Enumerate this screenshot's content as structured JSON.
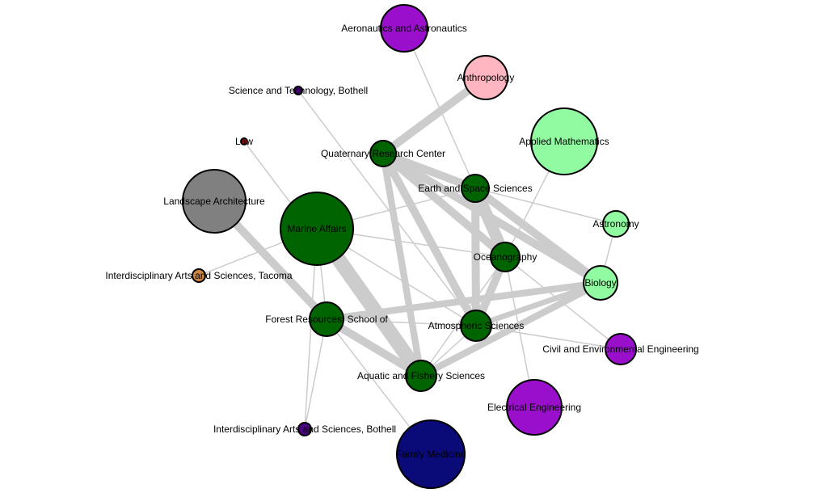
{
  "nodes": [
    {
      "id": "aero",
      "label": "Aeronautics and Astronautics",
      "color": "#9a0fcc",
      "size_weight": 4
    },
    {
      "id": "anthro",
      "label": "Anthropology",
      "color": "#ffb6c1",
      "size_weight": 4
    },
    {
      "id": "scitech",
      "label": "Science and Technology, Bothell",
      "color": "#4b0082",
      "size_weight": 1
    },
    {
      "id": "applied",
      "label": "Applied Mathematics",
      "color": "#90fba0",
      "size_weight": 7
    },
    {
      "id": "law",
      "label": "Law",
      "color": "#cc0000",
      "size_weight": 1
    },
    {
      "id": "qrc",
      "label": "Quaternary Research Center",
      "color": "#006400",
      "size_weight": 2
    },
    {
      "id": "ess",
      "label": "Earth and Space Sciences",
      "color": "#006400",
      "size_weight": 2
    },
    {
      "id": "landscape",
      "label": "Landscape Architecture",
      "color": "#808080",
      "size_weight": 6
    },
    {
      "id": "marine",
      "label": "Marine Affairs",
      "color": "#006400",
      "size_weight": 8
    },
    {
      "id": "astro",
      "label": "Astronomy",
      "color": "#90fba0",
      "size_weight": 2
    },
    {
      "id": "ocean",
      "label": "Oceanography",
      "color": "#006400",
      "size_weight": 2
    },
    {
      "id": "iast",
      "label": "Interdisciplinary Arts and Sciences, Tacoma",
      "color": "#cd853f",
      "size_weight": 1
    },
    {
      "id": "bio",
      "label": "Biology",
      "color": "#90fba0",
      "size_weight": 2
    },
    {
      "id": "forest",
      "label": "Forest Resources, School of",
      "color": "#006400",
      "size_weight": 2
    },
    {
      "id": "atmos",
      "label": "Atmospheric Sciences",
      "color": "#006400",
      "size_weight": 2
    },
    {
      "id": "civil",
      "label": "Civil and Environmental Engineering",
      "color": "#9a0fcc",
      "size_weight": 2
    },
    {
      "id": "aquatic",
      "label": "Aquatic and Fishery Sciences",
      "color": "#006400",
      "size_weight": 2
    },
    {
      "id": "electrical",
      "label": "Electrical Engineering",
      "color": "#9a0fcc",
      "size_weight": 5
    },
    {
      "id": "iasb",
      "label": "Interdisciplinary Arts and Sciences, Bothell",
      "color": "#4b0082",
      "size_weight": 1
    },
    {
      "id": "family",
      "label": "Family Medicine",
      "color": "#0a0a78",
      "size_weight": 6
    }
  ],
  "edges": [
    {
      "source": "anthro",
      "target": "qrc",
      "weight": 5
    },
    {
      "source": "qrc",
      "target": "ess",
      "weight": 5
    },
    {
      "source": "qrc",
      "target": "ocean",
      "weight": 5
    },
    {
      "source": "qrc",
      "target": "atmos",
      "weight": 5
    },
    {
      "source": "qrc",
      "target": "bio",
      "weight": 5
    },
    {
      "source": "qrc",
      "target": "aquatic",
      "weight": 4
    },
    {
      "source": "ess",
      "target": "ocean",
      "weight": 8
    },
    {
      "source": "ess",
      "target": "atmos",
      "weight": 5
    },
    {
      "source": "ess",
      "target": "bio",
      "weight": 5
    },
    {
      "source": "ocean",
      "target": "atmos",
      "weight": 5
    },
    {
      "source": "marine",
      "target": "aquatic",
      "weight": 10
    },
    {
      "source": "landscape",
      "target": "forest",
      "weight": 5
    },
    {
      "source": "forest",
      "target": "aquatic",
      "weight": 5
    },
    {
      "source": "forest",
      "target": "bio",
      "weight": 4
    },
    {
      "source": "aquatic",
      "target": "bio",
      "weight": 4
    },
    {
      "source": "atmos",
      "target": "bio",
      "weight": 3
    },
    {
      "source": "aero",
      "target": "ess",
      "weight": 1
    },
    {
      "source": "scitech",
      "target": "atmos",
      "weight": 1
    },
    {
      "source": "law",
      "target": "aquatic",
      "weight": 1
    },
    {
      "source": "applied",
      "target": "ocean",
      "weight": 1
    },
    {
      "source": "ess",
      "target": "astro",
      "weight": 1
    },
    {
      "source": "marine",
      "target": "ess",
      "weight": 1
    },
    {
      "source": "marine",
      "target": "ocean",
      "weight": 1
    },
    {
      "source": "marine",
      "target": "forest",
      "weight": 1
    },
    {
      "source": "marine",
      "target": "atmos",
      "weight": 1
    },
    {
      "source": "marine",
      "target": "iasb",
      "weight": 1
    },
    {
      "source": "iast",
      "target": "marine",
      "weight": 1
    },
    {
      "source": "forest",
      "target": "iasb",
      "weight": 1
    },
    {
      "source": "forest",
      "target": "atmos",
      "weight": 1
    },
    {
      "source": "forest",
      "target": "family",
      "weight": 1
    },
    {
      "source": "atmos",
      "target": "civil",
      "weight": 1
    },
    {
      "source": "ocean",
      "target": "electrical",
      "weight": 1
    },
    {
      "source": "ocean",
      "target": "civil",
      "weight": 1
    },
    {
      "source": "ocean",
      "target": "aquatic",
      "weight": 1
    },
    {
      "source": "atmos",
      "target": "aquatic",
      "weight": 1
    },
    {
      "source": "bio",
      "target": "astro",
      "weight": 1
    }
  ],
  "edge_color": "#cccccc"
}
